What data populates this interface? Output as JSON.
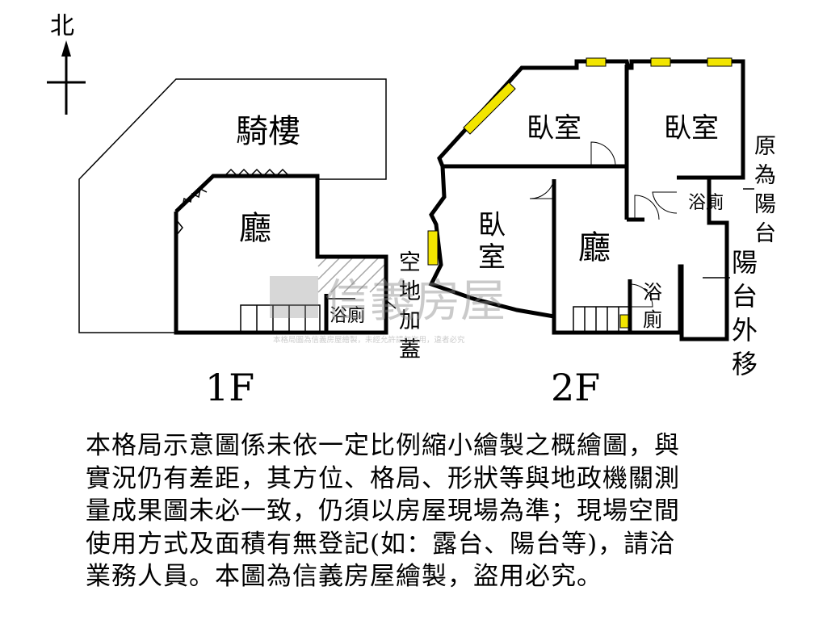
{
  "compass": {
    "north": "北"
  },
  "floor1": {
    "arcade": "騎樓",
    "living": "廳",
    "bath": "浴廁",
    "open_space": [
      "空",
      "地",
      "加",
      "蓋"
    ],
    "floor_label": "1F"
  },
  "floor2": {
    "bedroom1": "臥室",
    "bedroom2": "臥室",
    "bedroom3": [
      "臥",
      "室"
    ],
    "living": "廳",
    "bath_top": "浴廁",
    "bath_small": [
      "浴",
      "廁"
    ],
    "orig_balcony": [
      "原",
      "為",
      "陽",
      "台"
    ],
    "balcony_out": [
      "陽",
      "台",
      "外",
      "移"
    ],
    "floor_label": "2F"
  },
  "watermark": {
    "brand": "信義房屋",
    "notice": "本格局圖為信義房屋繪製，未經允許請勿盜用，違者必究"
  },
  "disclaimer": [
    "本格局示意圖係未依一定比例縮小繪製之概繪圖，與",
    "實況仍有差距，其方位、格局、形狀等與地政機關測",
    "量成果圖未必一致，仍須以房屋現場為準；現場空間",
    "使用方式及面積有無登記(如：露台、陽台等)，請洽",
    "業務人員。本圖為信義房屋繪製，盜用必究。"
  ],
  "colors": {
    "window": "#f2e500",
    "wall": "#000000",
    "watermark": "#8c8c8c"
  }
}
